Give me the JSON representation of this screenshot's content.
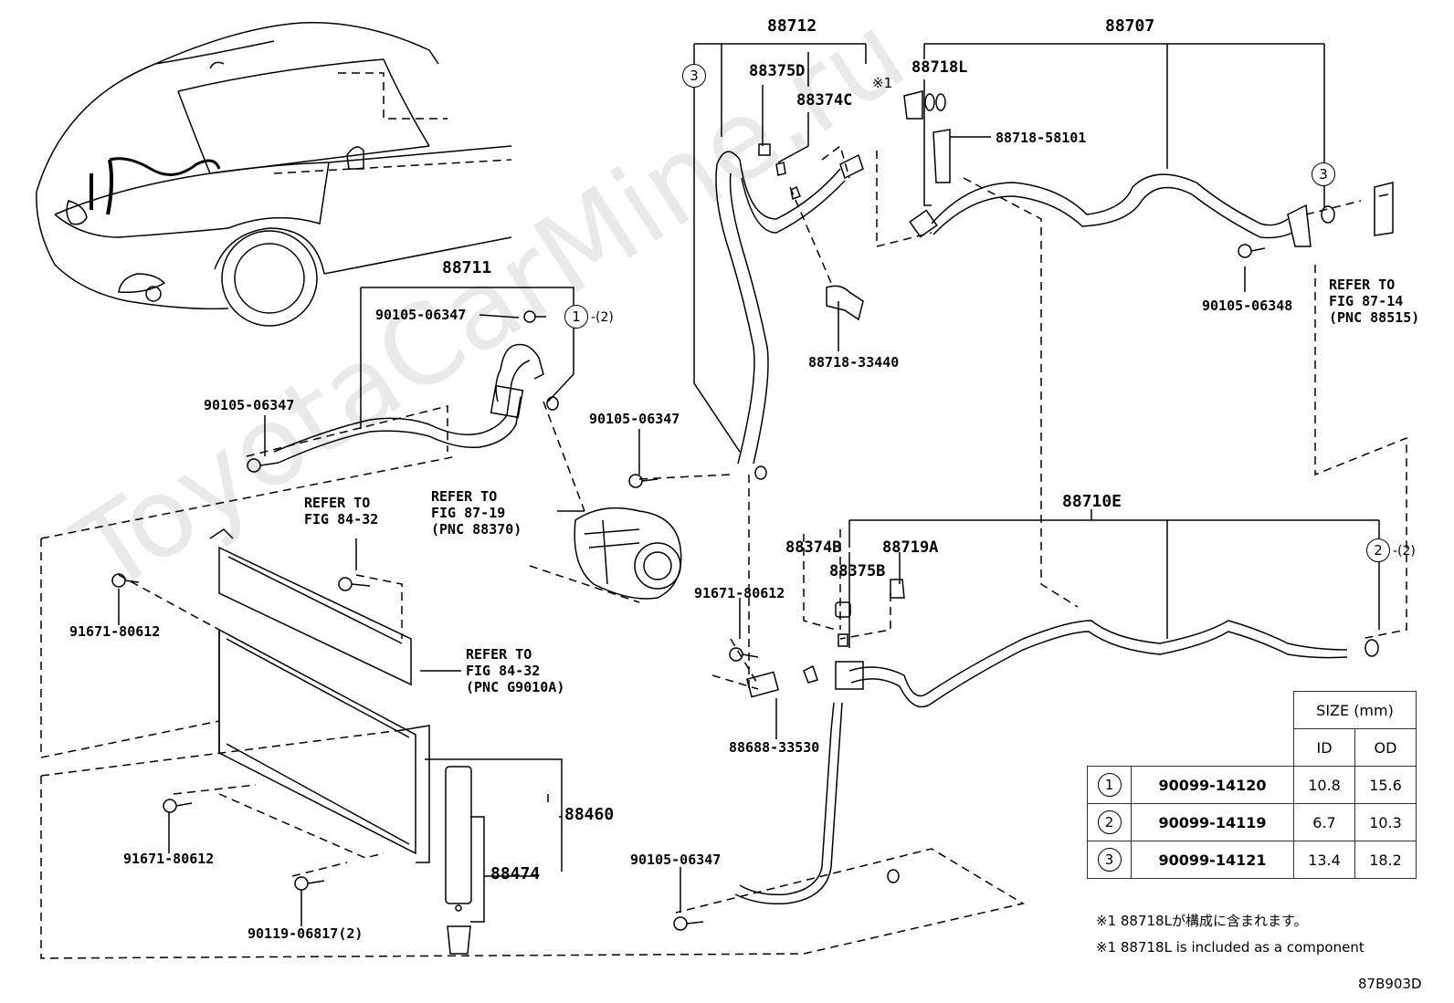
{
  "watermark": "ToyotaCarMine.ru",
  "diagram_code": "87B903D",
  "group_headers": {
    "g88712": "88712",
    "g88707": "88707",
    "g88711": "88711",
    "g88710E": "88710E"
  },
  "part_labels": {
    "p88375D": "88375D",
    "p88374C": "88374C",
    "note_mark": "※1",
    "p88718L": "88718L",
    "p88718_58101": "88718-58101",
    "p88718_33440": "88718-33440",
    "p90105_06348": "90105-06348",
    "p90105_06347_a": "90105-06347",
    "p90105_06347_b": "90105-06347",
    "p90105_06347_c": "90105-06347",
    "p90105_06347_d": "90105-06347",
    "p88374B": "88374B",
    "p88375B": "88375B",
    "p88719A": "88719A",
    "p91671_80612_a": "91671-80612",
    "p91671_80612_b": "91671-80612",
    "p91671_80612_c": "91671-80612",
    "p88688_33530": "88688-33530",
    "p88460": "88460",
    "p88474": "88474",
    "p90119_06817": "90119-06817(2)"
  },
  "references": {
    "ref_87_14": [
      "REFER TO",
      "FIG 87-14",
      "(PNC 88515)"
    ],
    "ref_87_19": [
      "REFER TO",
      "FIG 87-19",
      "(PNC 88370)"
    ],
    "ref_84_32_a": [
      "REFER TO",
      "FIG 84-32"
    ],
    "ref_84_32_b": [
      "REFER TO",
      "FIG 84-32",
      "(PNC G9010A)"
    ]
  },
  "callouts": {
    "c1": {
      "num": "1",
      "suffix": "-(2)"
    },
    "c2": {
      "num": "2",
      "suffix": "-(2)"
    },
    "c3a": {
      "num": "3",
      "suffix": ""
    },
    "c3b": {
      "num": "3",
      "suffix": ""
    }
  },
  "size_table": {
    "header": "SIZE (mm)",
    "col_id": "ID",
    "col_od": "OD",
    "rows": [
      {
        "circle": "1",
        "part": "90099-14120",
        "id": "10.8",
        "od": "15.6"
      },
      {
        "circle": "2",
        "part": "90099-14119",
        "id": "6.7",
        "od": "10.3"
      },
      {
        "circle": "3",
        "part": "90099-14121",
        "id": "13.4",
        "od": "18.2"
      }
    ]
  },
  "notes": {
    "jp": "※1 88718Lが構成に含まれます。",
    "en": "※1 88718L is included as a component"
  }
}
